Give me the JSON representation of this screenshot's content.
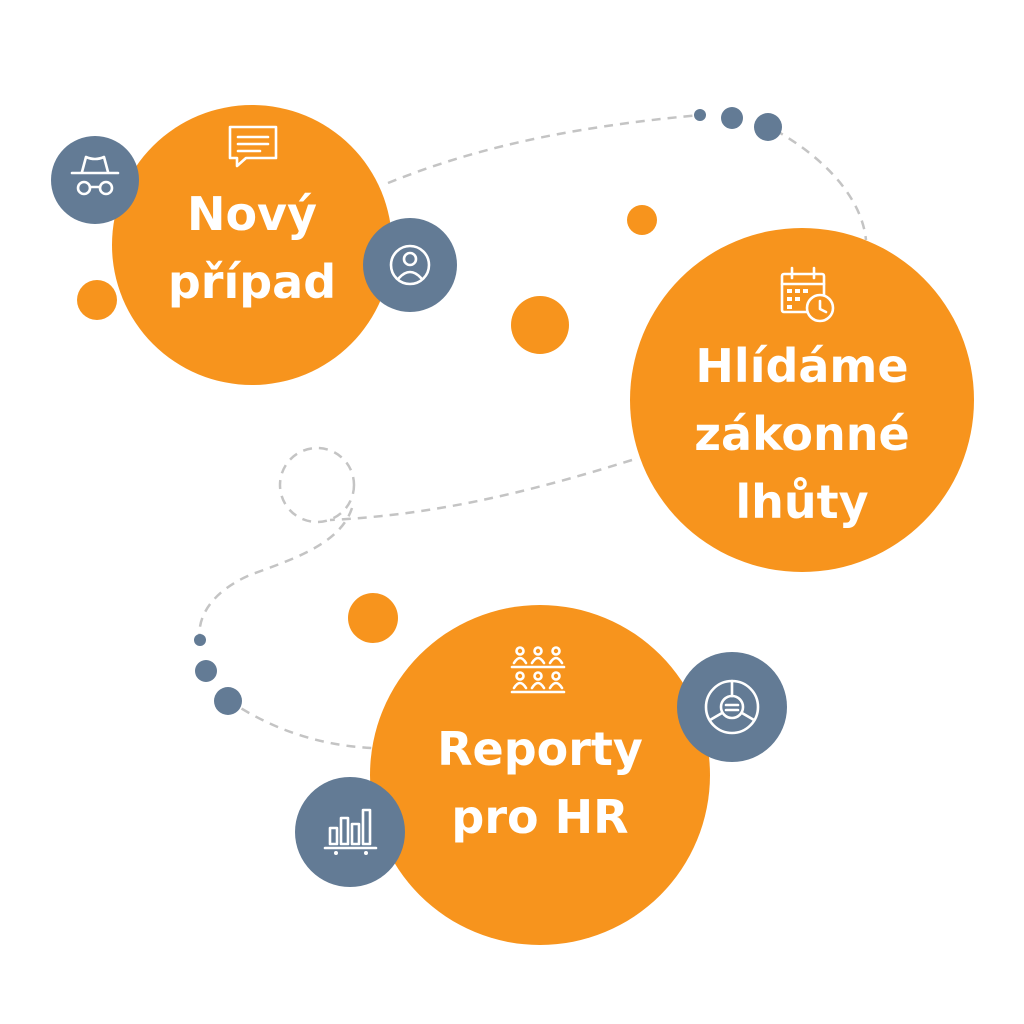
{
  "colors": {
    "accent": "#f7941d",
    "badge": "#637b95",
    "connector": "#c4c4c4",
    "text": "#ffffff"
  },
  "nodes": [
    {
      "id": "novy-pripad",
      "lines": [
        "Nový",
        "případ"
      ],
      "icon": "message-box-icon",
      "badges": [
        "incognito-icon",
        "user-avatar-icon"
      ]
    },
    {
      "id": "hlidame-lhuty",
      "lines": [
        "Hlídáme",
        "zákonné",
        "lhůty"
      ],
      "icon": "calendar-clock-icon",
      "badges": []
    },
    {
      "id": "reporty-hr",
      "lines": [
        "Reporty",
        "pro HR"
      ],
      "icon": "people-group-icon",
      "badges": [
        "donut-chart-icon",
        "bar-chart-icon"
      ]
    }
  ]
}
